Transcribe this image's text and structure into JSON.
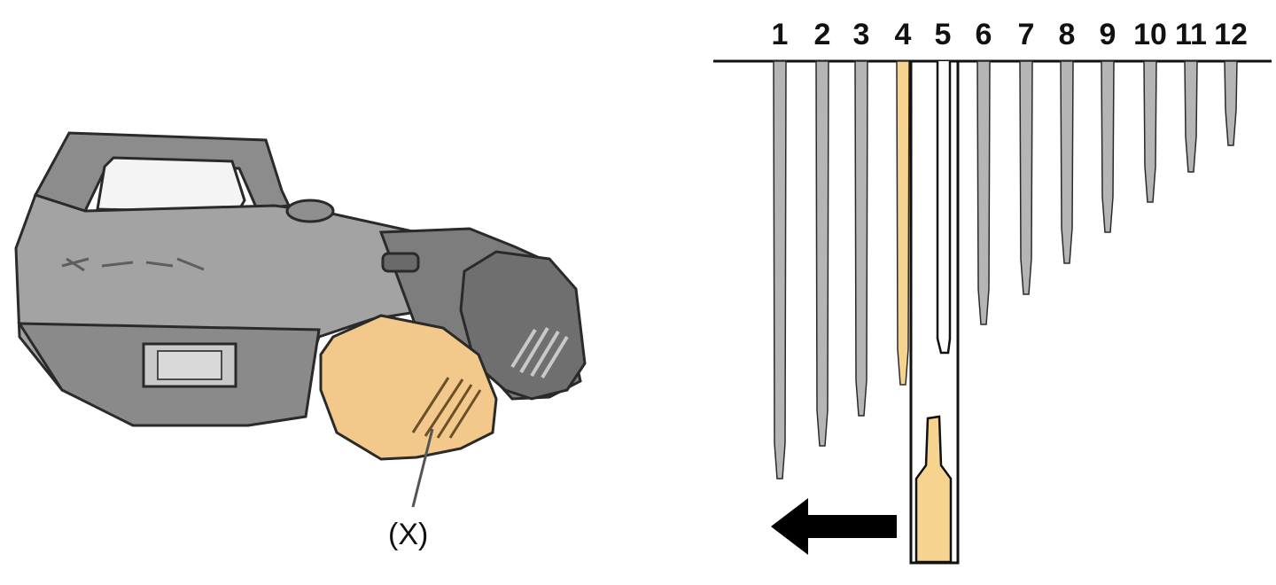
{
  "left_figure": {
    "callout_label": "(X)",
    "highlight_color": "#f2c98a",
    "device_color": "#9b9b9b"
  },
  "right_figure": {
    "tip_labels": [
      "1",
      "2",
      "3",
      "4",
      "5",
      "6",
      "7",
      "8",
      "9",
      "10",
      "11",
      "12"
    ],
    "selected_tip": "4",
    "insert_slot": "5",
    "tip_color": "#b5b5b5",
    "selected_color": "#f6d48f",
    "arrow_direction": "left"
  }
}
